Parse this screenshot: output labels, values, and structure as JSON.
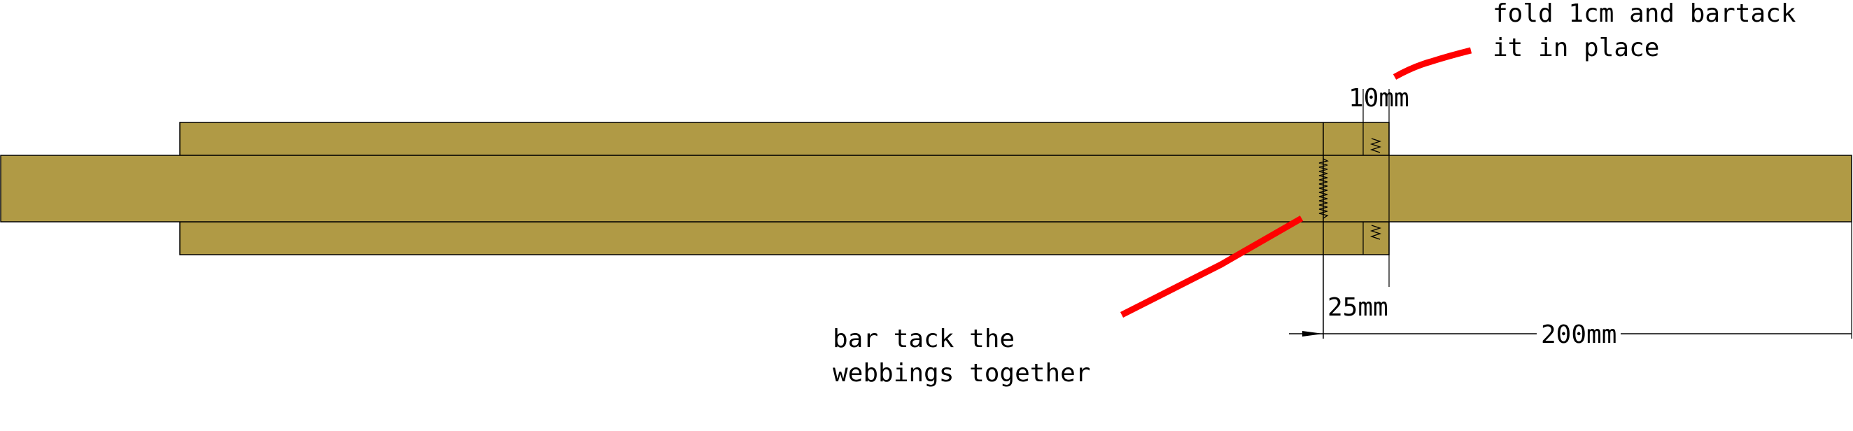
{
  "annotations": {
    "fold_note_line1": "fold 1cm and bartack",
    "fold_note_line2": "it in place",
    "bartack_note_line1": "bar tack the",
    "bartack_note_line2": "webbings together"
  },
  "dimensions": {
    "fold": "10mm",
    "width": "25mm",
    "length": "200mm"
  },
  "colors": {
    "webbing": "#b09a45",
    "callout": "#ff0000",
    "outline": "#000000"
  }
}
